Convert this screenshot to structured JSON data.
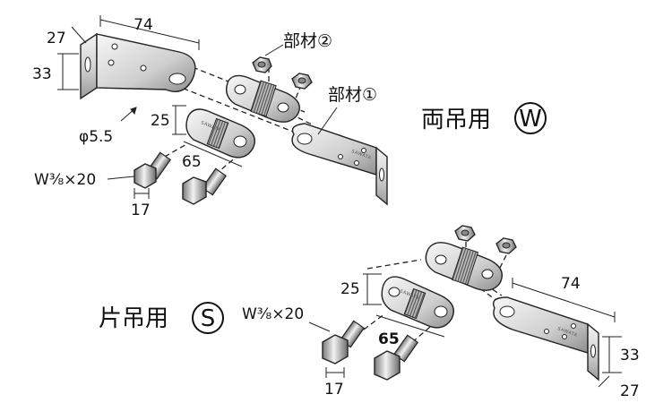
{
  "top_assembly": {
    "usage_label": "両吊用",
    "circle_letter": "W",
    "part1_label": "部材①",
    "part2_label": "部材②",
    "dim_bracket_length": "74",
    "dim_bracket_width": "27",
    "dim_bracket_height": "33",
    "dim_hole": "φ5.5",
    "dim_strap_width": "25",
    "dim_strap_length": "65",
    "bolt_spec": "W⅜×20",
    "bolt_head": "17",
    "stamp_text": "SAWATA"
  },
  "bottom_assembly": {
    "usage_label": "片吊用",
    "circle_letter": "S",
    "dim_bracket_length": "74",
    "dim_bracket_width": "27",
    "dim_bracket_height": "33",
    "dim_strap_width": "25",
    "dim_strap_length": "65",
    "bolt_spec": "W⅜×20",
    "bolt_head": "17",
    "stamp_text": "SAWATA"
  }
}
